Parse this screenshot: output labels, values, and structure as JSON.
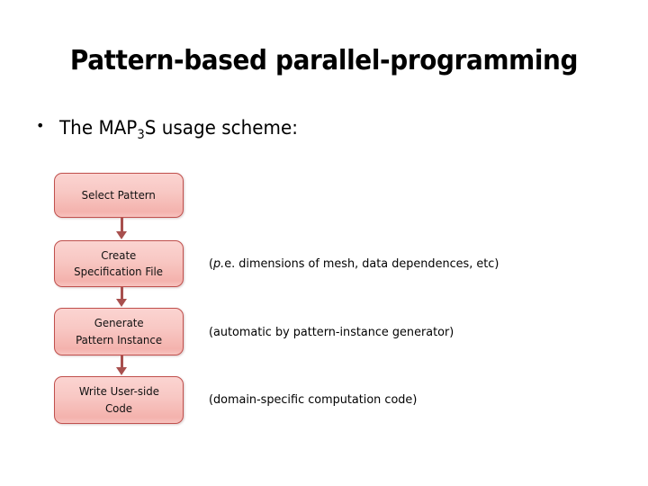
{
  "slide": {
    "title": "Pattern-based parallel-programming",
    "bullet": {
      "marker": "bullet-dot",
      "text_before_sub": "The MAP",
      "subscript": "3",
      "text_after_sub": "S usage scheme:"
    }
  },
  "diagram": {
    "type": "flowchart",
    "orientation": "vertical",
    "box_fill_top": "#fbd4d1",
    "box_fill_bottom": "#f4b2ad",
    "box_border": "#c0504d",
    "arrow_color": "#a8504e",
    "steps": [
      {
        "id": "select-pattern",
        "line1": "Select Pattern",
        "line2": "",
        "annotation": ""
      },
      {
        "id": "create-spec",
        "line1": "Create",
        "line2": "Specification File",
        "annotation_italic": "p.",
        "annotation_rest": "e. dimensions of mesh, data dependences, etc)",
        "annotation_open": "("
      },
      {
        "id": "generate-instance",
        "line1": "Generate",
        "line2": "Pattern Instance",
        "annotation": "(automatic by pattern-instance generator)"
      },
      {
        "id": "write-code",
        "line1": "Write User-side",
        "line2": "Code",
        "annotation": "(domain-specific computation code)"
      }
    ]
  }
}
